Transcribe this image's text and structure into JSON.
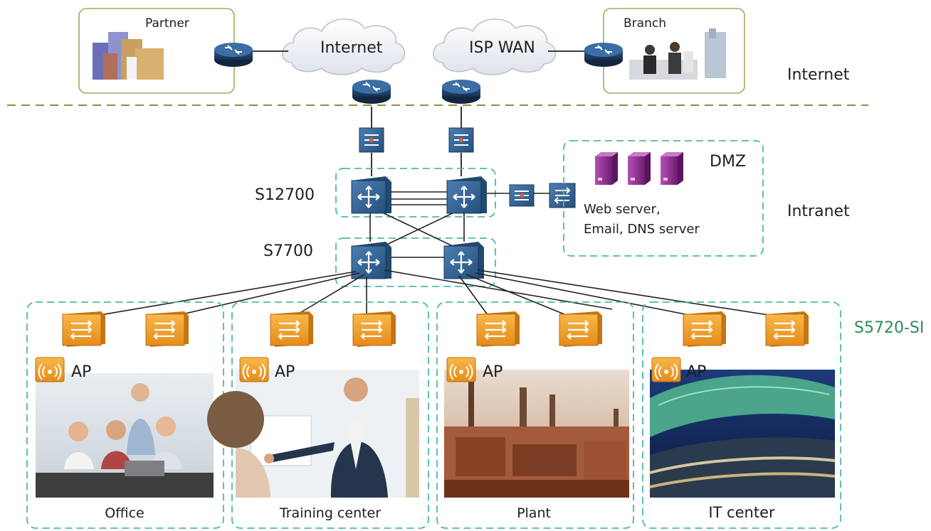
{
  "zones": {
    "internet": "Internet",
    "intranet": "Intranet",
    "access": "S5720-SI"
  },
  "top": {
    "partner": "Partner",
    "branch": "Branch",
    "cloud_internet": "Internet",
    "cloud_isp": "ISP WAN"
  },
  "core": {
    "s12700": "S12700",
    "s7700": "S7700"
  },
  "dmz": {
    "title": "DMZ",
    "servers_line1": "Web server,",
    "servers_line2": "Email, DNS server"
  },
  "sites": [
    {
      "ap": "AP",
      "name": "Office"
    },
    {
      "ap": "AP",
      "name": "Training center"
    },
    {
      "ap": "AP",
      "name": "Plant"
    },
    {
      "ap": "AP",
      "name": "IT center"
    }
  ],
  "colors": {
    "router": "#1f3f66",
    "switch_core": "#2f6596",
    "switch_access": "#f0a030",
    "server": "#8a2b8e",
    "dash": "#4fb8a8",
    "boundary": "#8c8f3a",
    "site_label": "#2e8b57"
  }
}
